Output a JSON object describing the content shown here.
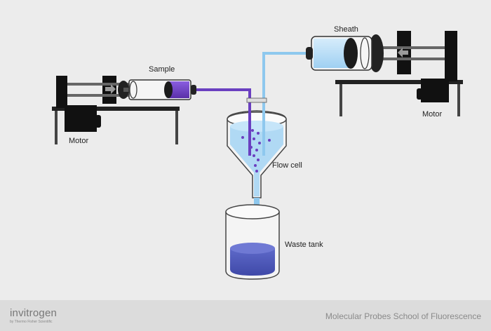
{
  "labels": {
    "sample": "Sample",
    "sheath": "Sheath",
    "motor_left": "Motor",
    "motor_right": "Motor",
    "flow_cell": "Flow cell",
    "waste_tank": "Waste tank"
  },
  "footer": {
    "brand": "invitrogen",
    "brand_sub": "by Thermo Fisher Scientific",
    "title": "Molecular Probes School of Fluorescence"
  },
  "colors": {
    "sample_fluid": "#6a3fc0",
    "sheath_fluid": "#bfe0f7",
    "sheath_line": "#8ec8ee",
    "waste_fluid": "#4f5bbf",
    "machine": "#111111"
  }
}
